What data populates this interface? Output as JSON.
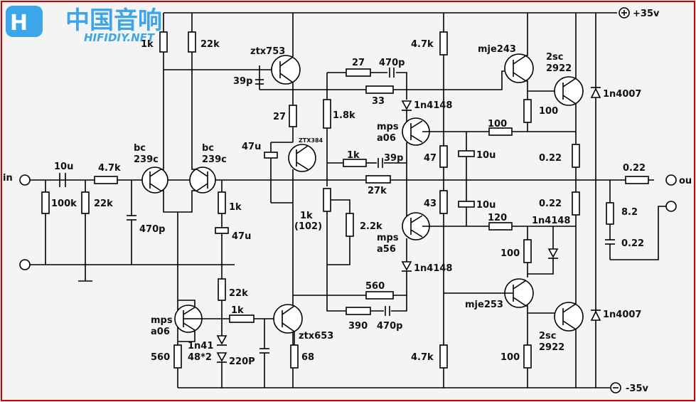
{
  "logo": {
    "cn": "中国音响",
    "en": "HIFIDIY.NET",
    "color": "#3da6e8"
  },
  "rails": {
    "pos": "+35v",
    "neg": "-35v"
  },
  "ports": {
    "in": "in",
    "out": "ou"
  },
  "labels": {
    "r_1k_top": "1k",
    "r_22k_top": "22k",
    "q_ztx753": "ztx753",
    "c_39p": "39p",
    "r_27_a": "27",
    "r_27_b": "27",
    "c_470p_top": "470p",
    "r_33": "33",
    "d_1n4148_top": "1n4148",
    "r_1_8k": "1.8k",
    "q_mps_a06_top_1": "mps",
    "q_mps_a06_top_2": "a06",
    "r_4_7k_top": "4.7k",
    "q_mje243": "mje243",
    "q_2sc2922_top_1": "2sc",
    "q_2sc2922_top_2": "2922",
    "r_100_top": "100",
    "d_1n4007_top": "1n4007",
    "r_100_mid": "100",
    "c_47u_top": "47u",
    "q_ztx384": "ZTX384",
    "r_1k_mid": "1k",
    "c_39p_mid": "39p",
    "r_47": "47",
    "c_10u_top": "10u",
    "r_0_22_top": "0.22",
    "c_10u_in": "10u",
    "r_4_7k_in": "4.7k",
    "q_bc239c_1_a": "bc",
    "q_bc239c_1_b": "239c",
    "q_bc239c_2_a": "bc",
    "q_bc239c_2_b": "239c",
    "r_27k": "27k",
    "r_0_22_out": "0.22",
    "r_100k": "100k",
    "r_22k_in": "22k",
    "r_1k_tail": "1k",
    "c_470p_in": "470p",
    "c_47u_fb": "47u",
    "r_43": "43",
    "c_10u_bot": "10u",
    "r_0_22_bot": "0.22",
    "pot_1k_a": "1k",
    "pot_1k_b": "(102)",
    "r_2_2k": "2.2k",
    "q_mps_a56_1": "mps",
    "q_mps_a56_2": "a56",
    "r_120": "120",
    "d_1n4148_mid": "1n4148",
    "r_8_2": "8.2",
    "c_0_22": "0.22",
    "r_100_mid2": "100",
    "d_1n4148_bot": "1n4148",
    "r_22k_fb": "22k",
    "r_560_top": "560",
    "q_mje253": "mje253",
    "q_mps_a06_bot_1": "mps",
    "q_mps_a06_bot_2": "a06",
    "r_1k_bot": "1k",
    "q_ztx653": "ztx653",
    "r_390": "390",
    "c_470p_bot": "470p",
    "d_1n4007_bot": "1n4007",
    "d_1n41_1": "1n41",
    "d_1n41_2": "48*2",
    "c_220p": "220P",
    "r_68": "68",
    "r_560_bot": "560",
    "r_4_7k_bot": "4.7k",
    "r_100_bot": "100",
    "q_2sc2922_bot_1": "2sc",
    "q_2sc2922_bot_2": "2922"
  }
}
